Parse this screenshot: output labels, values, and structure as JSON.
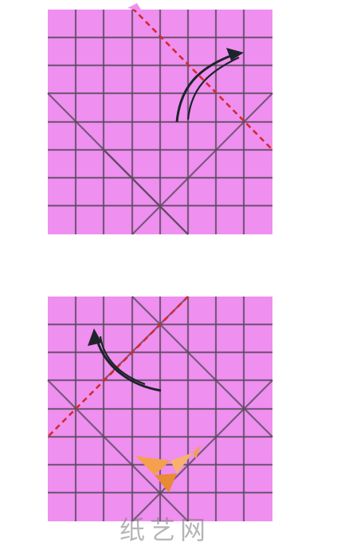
{
  "diagram": {
    "steps": [
      {
        "id": "step-1",
        "fold_line": "diagonal-top-right",
        "arrow_direction": "up-right"
      },
      {
        "id": "step-2",
        "fold_line": "diagonal-bottom-left",
        "arrow_direction": "up-left"
      }
    ],
    "colors": {
      "paper": "#ef8ff0",
      "crease": "#5a4a5e",
      "fold_line": "#d42a2a",
      "arrow": "#1e2329",
      "logo": "#f5a04d"
    },
    "watermark": {
      "text": "纸艺网"
    }
  }
}
